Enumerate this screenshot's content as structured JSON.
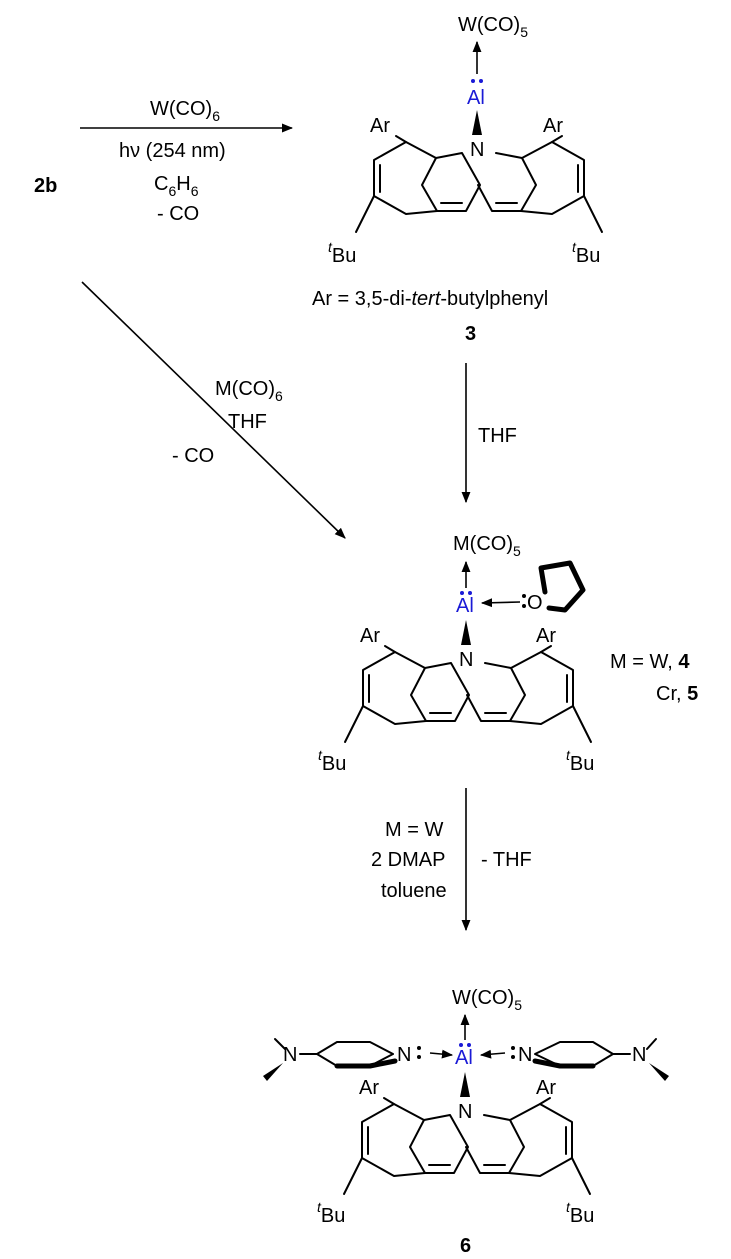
{
  "compounds": {
    "start": "2b",
    "c3": "3",
    "c4": "4",
    "c5": "5",
    "c6": "6"
  },
  "atoms": {
    "aluminum": "Al",
    "nitrogen": "N",
    "oxygen": "O",
    "aryl": "Ar",
    "tbu_sup": "t",
    "tbu_main": "Bu",
    "w_carbonyl": "W(CO)",
    "m_carbonyl": "M(CO)",
    "carbonyl_sub": "5"
  },
  "reaction1": {
    "reagent_main": "W(CO)",
    "reagent_sub": "6",
    "light": "hν (254 nm)",
    "solvent_c": "C",
    "solvent_c_sub": "6",
    "solvent_h": "H",
    "solvent_h_sub": "6",
    "loss": "- CO"
  },
  "aryl_definition": {
    "prefix": "Ar = 3,5-di-",
    "italic": "tert",
    "suffix": "-butylphenyl"
  },
  "reaction2": {
    "reagent_main": "M(CO)",
    "reagent_sub": "6",
    "solvent": "THF",
    "loss": "- CO"
  },
  "reaction3": {
    "reagent": "THF"
  },
  "product_45_note": {
    "line1_prefix": "M = W, ",
    "line1_compound": "4",
    "line2_prefix": "Cr, ",
    "line2_compound": "5"
  },
  "reaction4": {
    "metal": "M = W",
    "reagent": "2 DMAP",
    "solvent": "toluene",
    "loss": "- THF"
  }
}
